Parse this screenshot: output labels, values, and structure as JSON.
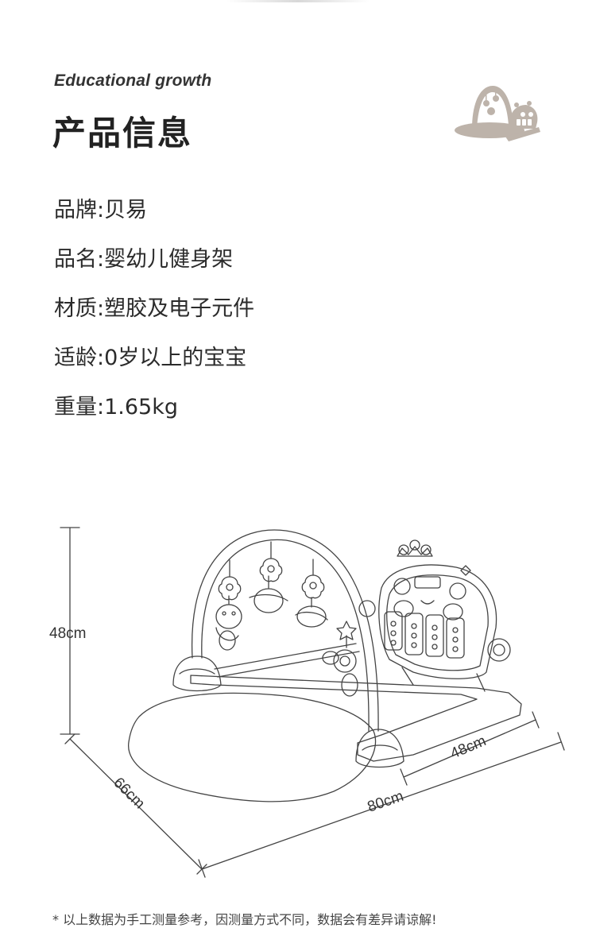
{
  "header": {
    "subtitle": "Educational growth",
    "title": "产品信息"
  },
  "specs": [
    {
      "label": "品牌",
      "value": "贝易"
    },
    {
      "label": "品名",
      "value": "婴幼儿健身架"
    },
    {
      "label": "材质",
      "value": "塑胶及电子元件"
    },
    {
      "label": "适龄",
      "value": "0岁以上的宝宝"
    },
    {
      "label": "重量",
      "value": "1.65kg"
    }
  ],
  "dimensions": {
    "height": "48cm",
    "depth": "66cm",
    "length": "80cm",
    "width": "48cm"
  },
  "footnote": "* 以上数据为手工测量参考，因测量方式不同，数据会有差异请谅解!",
  "colors": {
    "icon": "#bdb3aa",
    "line": "#444444",
    "text": "#2d2d2d"
  },
  "icons": {
    "hero": "baby-gym-icon"
  }
}
